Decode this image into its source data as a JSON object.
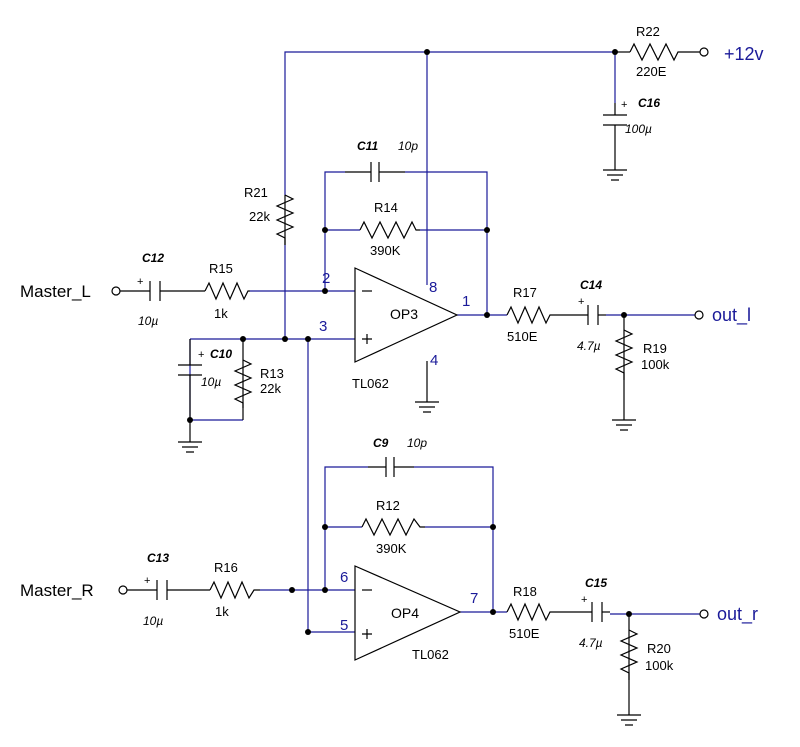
{
  "terminals": {
    "vcc": "+12v",
    "in_left": "Master_L",
    "in_right": "Master_R",
    "out_left": "out_l",
    "out_right": "out_r"
  },
  "opamps": {
    "op3": {
      "name": "OP3",
      "part": "TL062",
      "pin_inv": "2",
      "pin_noninv": "3",
      "pin_out": "1",
      "pin_vplus": "8",
      "pin_vminus": "4"
    },
    "op4": {
      "name": "OP4",
      "part": "TL062",
      "pin_inv": "6",
      "pin_noninv": "5",
      "pin_out": "7"
    }
  },
  "resistors": {
    "r12": {
      "name": "R12",
      "value": "390K"
    },
    "r13": {
      "name": "R13",
      "value": "22k"
    },
    "r14": {
      "name": "R14",
      "value": "390K"
    },
    "r15": {
      "name": "R15",
      "value": "1k"
    },
    "r16": {
      "name": "R16",
      "value": "1k"
    },
    "r17": {
      "name": "R17",
      "value": "510E"
    },
    "r18": {
      "name": "R18",
      "value": "510E"
    },
    "r19": {
      "name": "R19",
      "value": "100k"
    },
    "r20": {
      "name": "R20",
      "value": "100k"
    },
    "r21": {
      "name": "R21",
      "value": "22k"
    },
    "r22": {
      "name": "R22",
      "value": "220E"
    }
  },
  "capacitors": {
    "c9": {
      "name": "C9",
      "value": "10p"
    },
    "c10": {
      "name": "C10",
      "value": "10µ"
    },
    "c11": {
      "name": "C11",
      "value": "10p"
    },
    "c12": {
      "name": "C12",
      "value": "10µ"
    },
    "c13": {
      "name": "C13",
      "value": "10µ"
    },
    "c14": {
      "name": "C14",
      "value": "4.7µ"
    },
    "c15": {
      "name": "C15",
      "value": "4.7µ"
    },
    "c16": {
      "name": "C16",
      "value": "100µ"
    }
  },
  "polarity_mark": "+",
  "colors": {
    "wire": "#1a1a99",
    "component": "#000000",
    "background": "#ffffff"
  }
}
